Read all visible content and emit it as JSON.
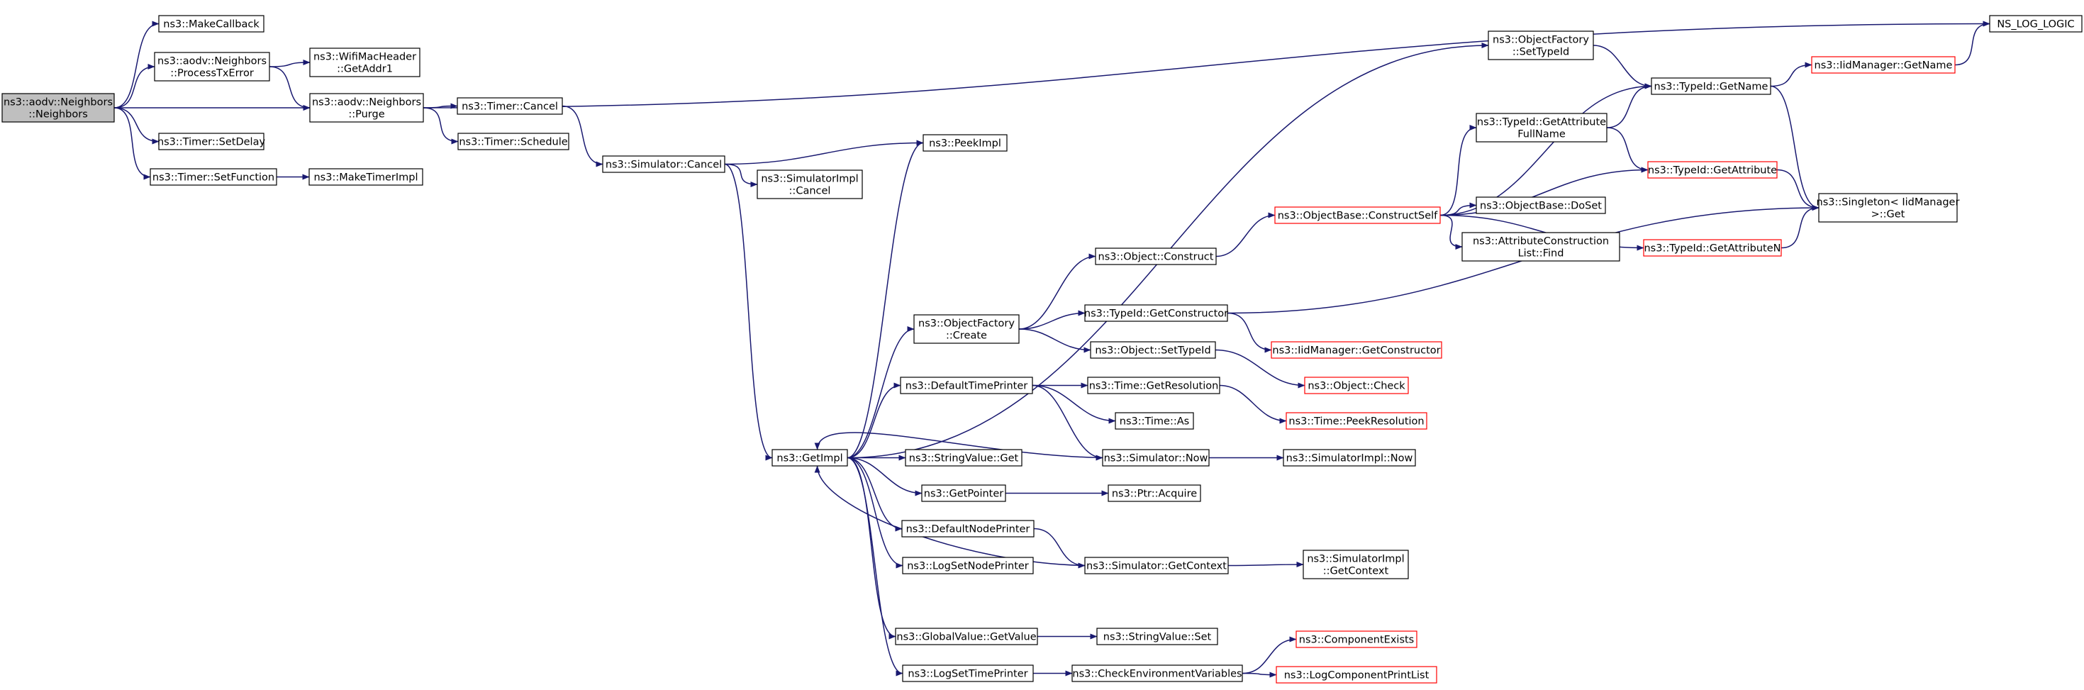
{
  "graph": {
    "root": "n0",
    "colors": {
      "edge": "#191970",
      "node_border": "#000000",
      "node_border_truncated": "#ff0000",
      "root_fill": "#bfbfbf",
      "node_fill": "#ffffff",
      "text": "#000000"
    },
    "nodes": [
      {
        "id": "n0",
        "lines": [
          "ns3::aodv::Neighbors",
          "::Neighbors"
        ],
        "style": "root"
      },
      {
        "id": "n1",
        "lines": [
          "ns3::MakeCallback"
        ],
        "style": "normal"
      },
      {
        "id": "n2",
        "lines": [
          "ns3::aodv::Neighbors",
          "::ProcessTxError"
        ],
        "style": "normal"
      },
      {
        "id": "n3",
        "lines": [
          "ns3::aodv::Neighbors",
          "::Purge"
        ],
        "style": "normal"
      },
      {
        "id": "n4",
        "lines": [
          "ns3::Timer::SetDelay"
        ],
        "style": "normal"
      },
      {
        "id": "n5",
        "lines": [
          "ns3::Timer::SetFunction"
        ],
        "style": "normal"
      },
      {
        "id": "n6",
        "lines": [
          "ns3::WifiMacHeader",
          "::GetAddr1"
        ],
        "style": "normal"
      },
      {
        "id": "n7",
        "lines": [
          "ns3::MakeTimerImpl"
        ],
        "style": "normal"
      },
      {
        "id": "n8",
        "lines": [
          "NS_LOG_LOGIC"
        ],
        "style": "normal"
      },
      {
        "id": "n9",
        "lines": [
          "ns3::Timer::Cancel"
        ],
        "style": "normal"
      },
      {
        "id": "n10",
        "lines": [
          "ns3::Timer::Schedule"
        ],
        "style": "normal"
      },
      {
        "id": "n11",
        "lines": [
          "ns3::Simulator::Cancel"
        ],
        "style": "normal"
      },
      {
        "id": "n12",
        "lines": [
          "ns3::GetImpl"
        ],
        "style": "normal"
      },
      {
        "id": "n13",
        "lines": [
          "ns3::PeekImpl"
        ],
        "style": "normal"
      },
      {
        "id": "n14",
        "lines": [
          "ns3::SimulatorImpl",
          "::Cancel"
        ],
        "style": "normal"
      },
      {
        "id": "n15",
        "lines": [
          "ns3::ObjectFactory",
          "::SetTypeId"
        ],
        "style": "normal"
      },
      {
        "id": "n16",
        "lines": [
          "ns3::ObjectFactory",
          "::Create"
        ],
        "style": "normal"
      },
      {
        "id": "n17",
        "lines": [
          "ns3::DefaultTimePrinter"
        ],
        "style": "normal"
      },
      {
        "id": "n18",
        "lines": [
          "ns3::StringValue::Get"
        ],
        "style": "normal"
      },
      {
        "id": "n19",
        "lines": [
          "ns3::GetPointer"
        ],
        "style": "normal"
      },
      {
        "id": "n20",
        "lines": [
          "ns3::DefaultNodePrinter"
        ],
        "style": "normal"
      },
      {
        "id": "n21",
        "lines": [
          "ns3::LogSetNodePrinter"
        ],
        "style": "normal"
      },
      {
        "id": "n22",
        "lines": [
          "ns3::GlobalValue::GetValue"
        ],
        "style": "normal"
      },
      {
        "id": "n23",
        "lines": [
          "ns3::LogSetTimePrinter"
        ],
        "style": "normal"
      },
      {
        "id": "n24",
        "lines": [
          "ns3::Object::Construct"
        ],
        "style": "normal"
      },
      {
        "id": "n25",
        "lines": [
          "ns3::TypeId::GetConstructor"
        ],
        "style": "normal"
      },
      {
        "id": "n26",
        "lines": [
          "ns3::Object::SetTypeId"
        ],
        "style": "normal"
      },
      {
        "id": "n27",
        "lines": [
          "ns3::Time::GetResolution"
        ],
        "style": "normal"
      },
      {
        "id": "n28",
        "lines": [
          "ns3::Time::As"
        ],
        "style": "normal"
      },
      {
        "id": "n29",
        "lines": [
          "ns3::Simulator::Now"
        ],
        "style": "normal"
      },
      {
        "id": "n30",
        "lines": [
          "ns3::Ptr::Acquire"
        ],
        "style": "normal"
      },
      {
        "id": "n31",
        "lines": [
          "ns3::Simulator::GetContext"
        ],
        "style": "normal"
      },
      {
        "id": "n32",
        "lines": [
          "ns3::StringValue::Set"
        ],
        "style": "normal"
      },
      {
        "id": "n33",
        "lines": [
          "ns3::CheckEnvironmentVariables"
        ],
        "style": "normal"
      },
      {
        "id": "n34",
        "lines": [
          "ns3::ObjectBase::ConstructSelf"
        ],
        "style": "truncated"
      },
      {
        "id": "n35",
        "lines": [
          "ns3::IidManager::GetConstructor"
        ],
        "style": "truncated"
      },
      {
        "id": "n36",
        "lines": [
          "ns3::Object::Check"
        ],
        "style": "truncated"
      },
      {
        "id": "n37",
        "lines": [
          "ns3::Time::PeekResolution"
        ],
        "style": "truncated"
      },
      {
        "id": "n38",
        "lines": [
          "ns3::SimulatorImpl::Now"
        ],
        "style": "normal"
      },
      {
        "id": "n39",
        "lines": [
          "ns3::SimulatorImpl",
          "::GetContext"
        ],
        "style": "normal"
      },
      {
        "id": "n40",
        "lines": [
          "ns3::ComponentExists"
        ],
        "style": "truncated"
      },
      {
        "id": "n41",
        "lines": [
          "ns3::LogComponentPrintList"
        ],
        "style": "truncated"
      },
      {
        "id": "n42",
        "lines": [
          "ns3::TypeId::GetName"
        ],
        "style": "normal"
      },
      {
        "id": "n43",
        "lines": [
          "ns3::TypeId::GetAttribute",
          "FullName"
        ],
        "style": "normal"
      },
      {
        "id": "n44",
        "lines": [
          "ns3::ObjectBase::DoSet"
        ],
        "style": "normal"
      },
      {
        "id": "n45",
        "lines": [
          "ns3::AttributeConstruction",
          "List::Find"
        ],
        "style": "normal"
      },
      {
        "id": "n46",
        "lines": [
          "ns3::TypeId::GetAttributeN"
        ],
        "style": "truncated"
      },
      {
        "id": "n47",
        "lines": [
          "ns3::TypeId::GetAttribute"
        ],
        "style": "truncated"
      },
      {
        "id": "n48",
        "lines": [
          "ns3::IidManager::GetName"
        ],
        "style": "truncated"
      },
      {
        "id": "n49",
        "lines": [
          "ns3::Singleton< IidManager",
          " >::Get"
        ],
        "style": "normal"
      }
    ],
    "edges": [
      [
        "n0",
        "n1"
      ],
      [
        "n0",
        "n2"
      ],
      [
        "n0",
        "n3"
      ],
      [
        "n0",
        "n4"
      ],
      [
        "n0",
        "n5"
      ],
      [
        "n2",
        "n6"
      ],
      [
        "n2",
        "n3"
      ],
      [
        "n5",
        "n7"
      ],
      [
        "n3",
        "n8"
      ],
      [
        "n3",
        "n9"
      ],
      [
        "n3",
        "n10"
      ],
      [
        "n9",
        "n11"
      ],
      [
        "n11",
        "n12"
      ],
      [
        "n11",
        "n13"
      ],
      [
        "n11",
        "n14"
      ],
      [
        "n12",
        "n13"
      ],
      [
        "n12",
        "n15"
      ],
      [
        "n12",
        "n16"
      ],
      [
        "n12",
        "n17"
      ],
      [
        "n12",
        "n18"
      ],
      [
        "n12",
        "n19"
      ],
      [
        "n12",
        "n20"
      ],
      [
        "n12",
        "n21"
      ],
      [
        "n12",
        "n22"
      ],
      [
        "n12",
        "n23"
      ],
      [
        "n16",
        "n24"
      ],
      [
        "n16",
        "n25"
      ],
      [
        "n16",
        "n26"
      ],
      [
        "n17",
        "n27"
      ],
      [
        "n17",
        "n28"
      ],
      [
        "n17",
        "n29"
      ],
      [
        "n29",
        "n12"
      ],
      [
        "n29",
        "n38"
      ],
      [
        "n19",
        "n30"
      ],
      [
        "n20",
        "n31"
      ],
      [
        "n31",
        "n12"
      ],
      [
        "n31",
        "n39"
      ],
      [
        "n22",
        "n32"
      ],
      [
        "n23",
        "n33"
      ],
      [
        "n33",
        "n40"
      ],
      [
        "n33",
        "n41"
      ],
      [
        "n24",
        "n34"
      ],
      [
        "n34",
        "n42"
      ],
      [
        "n34",
        "n43"
      ],
      [
        "n34",
        "n44"
      ],
      [
        "n34",
        "n45"
      ],
      [
        "n34",
        "n46"
      ],
      [
        "n34",
        "n47"
      ],
      [
        "n15",
        "n42"
      ],
      [
        "n43",
        "n42"
      ],
      [
        "n43",
        "n47"
      ],
      [
        "n42",
        "n48"
      ],
      [
        "n42",
        "n49"
      ],
      [
        "n48",
        "n8"
      ],
      [
        "n47",
        "n49"
      ],
      [
        "n46",
        "n49"
      ],
      [
        "n25",
        "n49"
      ],
      [
        "n25",
        "n35"
      ],
      [
        "n26",
        "n36"
      ],
      [
        "n27",
        "n37"
      ]
    ]
  }
}
